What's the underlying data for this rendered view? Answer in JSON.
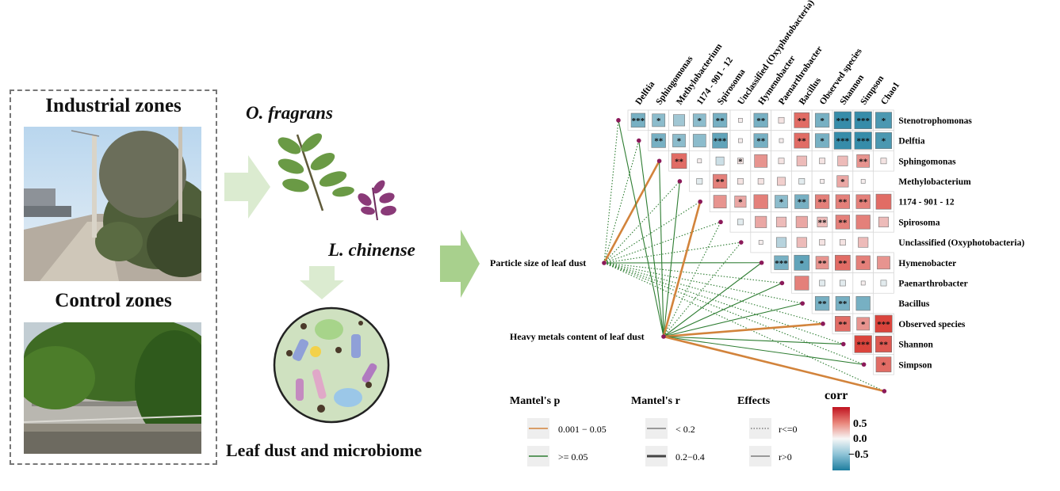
{
  "left_panel": {
    "industrial_title": "Industrial zones",
    "control_title": "Control zones"
  },
  "middle_panel": {
    "plant_1": "O. fragrans",
    "plant_2": "L. chinense",
    "caption": "Leaf dust and microbiome"
  },
  "chart_data": {
    "type": "heatmap",
    "variables": [
      "Stenotrophomonas",
      "Delftia",
      "Sphingomonas",
      "Methylobacterium",
      "1174 - 901 - 12",
      "Spirosoma",
      "Unclassified (Oxyphotobacteria)",
      "Hymenobacter",
      "Paenarthrobacter",
      "Bacillus",
      "Observed species",
      "Shannon",
      "Simpson",
      "Chao1"
    ],
    "cells": [
      [
        -0.6,
        -0.5,
        -0.4,
        -0.5,
        -0.6,
        0.05,
        -0.6,
        0.1,
        0.7,
        -0.6,
        -0.9,
        -0.9,
        -0.8
      ],
      [
        -0.6,
        -0.5,
        -0.5,
        -0.7,
        0.05,
        -0.6,
        0.05,
        0.7,
        -0.6,
        -0.9,
        -0.9,
        -0.8
      ],
      [
        0.7,
        0.05,
        -0.2,
        0.1,
        0.5,
        0.1,
        0.3,
        0.1,
        0.3,
        0.5,
        0.1
      ],
      [
        -0.1,
        0.6,
        0.1,
        0.1,
        0.2,
        -0.1,
        0.05,
        0.4,
        0.05
      ],
      [
        0.5,
        0.4,
        0.6,
        -0.5,
        -0.6,
        0.6,
        0.6,
        0.6,
        0.7
      ],
      [
        -0.1,
        0.4,
        0.3,
        0.4,
        0.3,
        0.6,
        0.6,
        0.3
      ],
      [
        0.05,
        -0.3,
        0.3,
        0.1,
        0.1,
        0.3
      ],
      [
        -0.6,
        -0.7,
        0.5,
        0.7,
        0.6,
        0.5
      ],
      [
        0.6,
        -0.1,
        -0.1,
        0.05,
        -0.1
      ],
      [
        -0.6,
        -0.6,
        -0.6
      ],
      [
        0.7,
        0.5,
        0.9
      ],
      [
        0.9,
        0.8
      ],
      [
        0.7
      ]
    ],
    "stars": [
      [
        "***",
        "*",
        "",
        "*",
        "**",
        "",
        "**",
        "",
        "**",
        "*",
        "***",
        "***",
        "*"
      ],
      [
        "**",
        "*",
        "",
        "***",
        "",
        "**",
        "",
        "**",
        "*",
        "***",
        "***",
        "*"
      ],
      [
        "**",
        "",
        "",
        "*",
        "",
        "",
        "",
        "",
        "",
        "**",
        ""
      ],
      [
        "",
        "**",
        "",
        "",
        "",
        "",
        "",
        "*",
        ""
      ],
      [
        "",
        "*",
        "",
        "*",
        "**",
        "**",
        "**",
        "**"
      ],
      [
        "",
        "",
        "",
        "",
        "**",
        "**",
        ""
      ],
      [
        "",
        "",
        "",
        "",
        "",
        ""
      ],
      [
        "***",
        "*",
        "**",
        "**",
        "*"
      ],
      [
        "",
        "",
        "",
        ""
      ],
      [
        "**",
        "**",
        ""
      ],
      [
        "**",
        "*",
        "***"
      ],
      [
        "***",
        "**"
      ],
      [
        "*"
      ]
    ],
    "mantel_links": [
      {
        "from": "Particle size of leaf dust",
        "to_row": 0,
        "p": "ge0.05",
        "r": "lt0.2",
        "effect": "r<=0"
      },
      {
        "from": "Particle size of leaf dust",
        "to_row": 1,
        "p": "ge0.05",
        "r": "lt0.2",
        "effect": "r<=0"
      },
      {
        "from": "Particle size of leaf dust",
        "to_row": 2,
        "p": "0.001-0.05",
        "r": "0.2-0.4",
        "effect": "r>0"
      },
      {
        "from": "Particle size of leaf dust",
        "to_row": 3,
        "p": "ge0.05",
        "r": "lt0.2",
        "effect": "r<=0"
      },
      {
        "from": "Particle size of leaf dust",
        "to_row": 4,
        "p": "ge0.05",
        "r": "lt0.2",
        "effect": "r<=0"
      },
      {
        "from": "Particle size of leaf dust",
        "to_row": 5,
        "p": "ge0.05",
        "r": "lt0.2",
        "effect": "r<=0"
      },
      {
        "from": "Particle size of leaf dust",
        "to_row": 6,
        "p": "ge0.05",
        "r": "lt0.2",
        "effect": "r<=0"
      },
      {
        "from": "Particle size of leaf dust",
        "to_row": 7,
        "p": "ge0.05",
        "r": "lt0.2",
        "effect": "r>0"
      },
      {
        "from": "Particle size of leaf dust",
        "to_row": 8,
        "p": "ge0.05",
        "r": "lt0.2",
        "effect": "r<=0"
      },
      {
        "from": "Particle size of leaf dust",
        "to_row": 9,
        "p": "ge0.05",
        "r": "lt0.2",
        "effect": "r<=0"
      },
      {
        "from": "Particle size of leaf dust",
        "to_row": 10,
        "p": "ge0.05",
        "r": "lt0.2",
        "effect": "r<=0"
      },
      {
        "from": "Particle size of leaf dust",
        "to_row": 11,
        "p": "ge0.05",
        "r": "lt0.2",
        "effect": "r<=0"
      },
      {
        "from": "Particle size of leaf dust",
        "to_row": 12,
        "p": "ge0.05",
        "r": "lt0.2",
        "effect": "r<=0"
      },
      {
        "from": "Particle size of leaf dust",
        "to_row": 13,
        "p": "ge0.05",
        "r": "lt0.2",
        "effect": "r<=0"
      },
      {
        "from": "Heavy metals content of leaf dust",
        "to_row": 0,
        "p": "ge0.05",
        "r": "lt0.2",
        "effect": "r>0"
      },
      {
        "from": "Heavy metals content of leaf dust",
        "to_row": 1,
        "p": "ge0.05",
        "r": "lt0.2",
        "effect": "r>0"
      },
      {
        "from": "Heavy metals content of leaf dust",
        "to_row": 2,
        "p": "ge0.05",
        "r": "lt0.2",
        "effect": "r>0"
      },
      {
        "from": "Heavy metals content of leaf dust",
        "to_row": 3,
        "p": "ge0.05",
        "r": "lt0.2",
        "effect": "r>0"
      },
      {
        "from": "Heavy metals content of leaf dust",
        "to_row": 4,
        "p": "0.001-0.05",
        "r": "0.2-0.4",
        "effect": "r>0"
      },
      {
        "from": "Heavy metals content of leaf dust",
        "to_row": 5,
        "p": "ge0.05",
        "r": "lt0.2",
        "effect": "r<=0"
      },
      {
        "from": "Heavy metals content of leaf dust",
        "to_row": 6,
        "p": "ge0.05",
        "r": "lt0.2",
        "effect": "r<=0"
      },
      {
        "from": "Heavy metals content of leaf dust",
        "to_row": 7,
        "p": "ge0.05",
        "r": "lt0.2",
        "effect": "r>0"
      },
      {
        "from": "Heavy metals content of leaf dust",
        "to_row": 8,
        "p": "ge0.05",
        "r": "lt0.2",
        "effect": "r>0"
      },
      {
        "from": "Heavy metals content of leaf dust",
        "to_row": 9,
        "p": "ge0.05",
        "r": "lt0.2",
        "effect": "r>0"
      },
      {
        "from": "Heavy metals content of leaf dust",
        "to_row": 10,
        "p": "0.001-0.05",
        "r": "0.2-0.4",
        "effect": "r>0"
      },
      {
        "from": "Heavy metals content of leaf dust",
        "to_row": 11,
        "p": "ge0.05",
        "r": "lt0.2",
        "effect": "r>0"
      },
      {
        "from": "Heavy metals content of leaf dust",
        "to_row": 12,
        "p": "ge0.05",
        "r": "lt0.2",
        "effect": "r>0"
      },
      {
        "from": "Heavy metals content of leaf dust",
        "to_row": 13,
        "p": "0.001-0.05",
        "r": "0.2-0.4",
        "effect": "r>0"
      }
    ],
    "drivers": [
      "Particle size of leaf dust",
      "Heavy metals content of leaf dust"
    ],
    "legend": {
      "mantel_p_title": "Mantel's p",
      "mantel_p_items": [
        "0.001 − 0.05",
        ">= 0.05"
      ],
      "mantel_r_title": "Mantel's r",
      "mantel_r_items": [
        "< 0.2",
        "0.2−0.4"
      ],
      "effects_title": "Effects",
      "effects_items": [
        "r<=0",
        "r>0"
      ],
      "corr_title": "corr",
      "corr_ticks": [
        "0.5",
        "0.0",
        "−0.5"
      ]
    },
    "colors": {
      "positive": "#d7301f",
      "negative": "#2b8cbe",
      "p_sig": "#d2833b",
      "p_nonsig": "#2e7d32"
    }
  }
}
